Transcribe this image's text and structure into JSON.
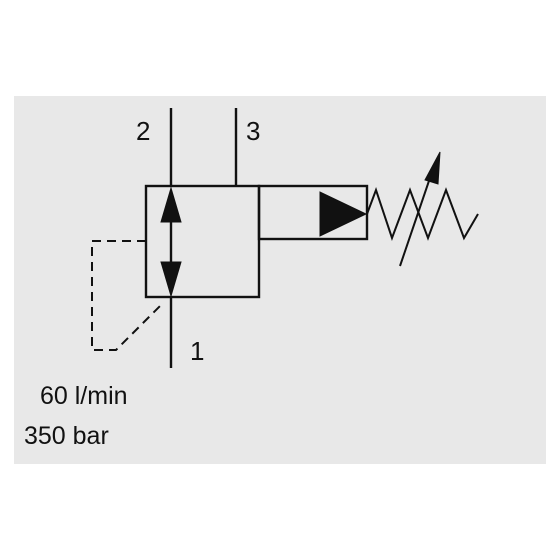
{
  "ports": {
    "port_2": "2",
    "port_3": "3",
    "port_1": "1"
  },
  "ratings": {
    "flow": "60 l/min",
    "pressure": "350 bar"
  },
  "colors": {
    "background_panel": "#e8e8e8",
    "line": "#111111"
  },
  "icons": {
    "flow-arrow": "double-headed-arrow-icon",
    "pilot-triangle": "triangle-icon",
    "spring": "adjustable-spring-icon"
  }
}
